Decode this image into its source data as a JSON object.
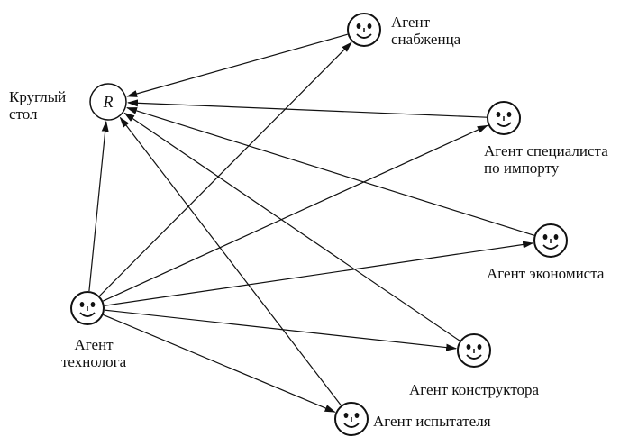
{
  "diagram": {
    "hub": {
      "letter": "R",
      "label": "Круглый\nстол"
    },
    "agents": {
      "supplier": "Агент\nснабженца",
      "import": "Агент специалиста\nпо импорту",
      "economist": "Агент экономиста",
      "designer": "Агент конструктора",
      "tester": "Агент испытателя",
      "technologist": "Агент\nтехнолога"
    },
    "edges": [
      {
        "from": "supplier",
        "to": "hub"
      },
      {
        "from": "import",
        "to": "hub"
      },
      {
        "from": "economist",
        "to": "hub"
      },
      {
        "from": "designer",
        "to": "hub"
      },
      {
        "from": "tester",
        "to": "hub"
      },
      {
        "from": "technologist",
        "to": "hub"
      },
      {
        "from": "technologist",
        "to": "supplier"
      },
      {
        "from": "technologist",
        "to": "import"
      },
      {
        "from": "technologist",
        "to": "economist"
      },
      {
        "from": "technologist",
        "to": "designer"
      },
      {
        "from": "technologist",
        "to": "tester"
      }
    ],
    "colors": {
      "stroke": "#111111",
      "background": "#ffffff"
    }
  }
}
